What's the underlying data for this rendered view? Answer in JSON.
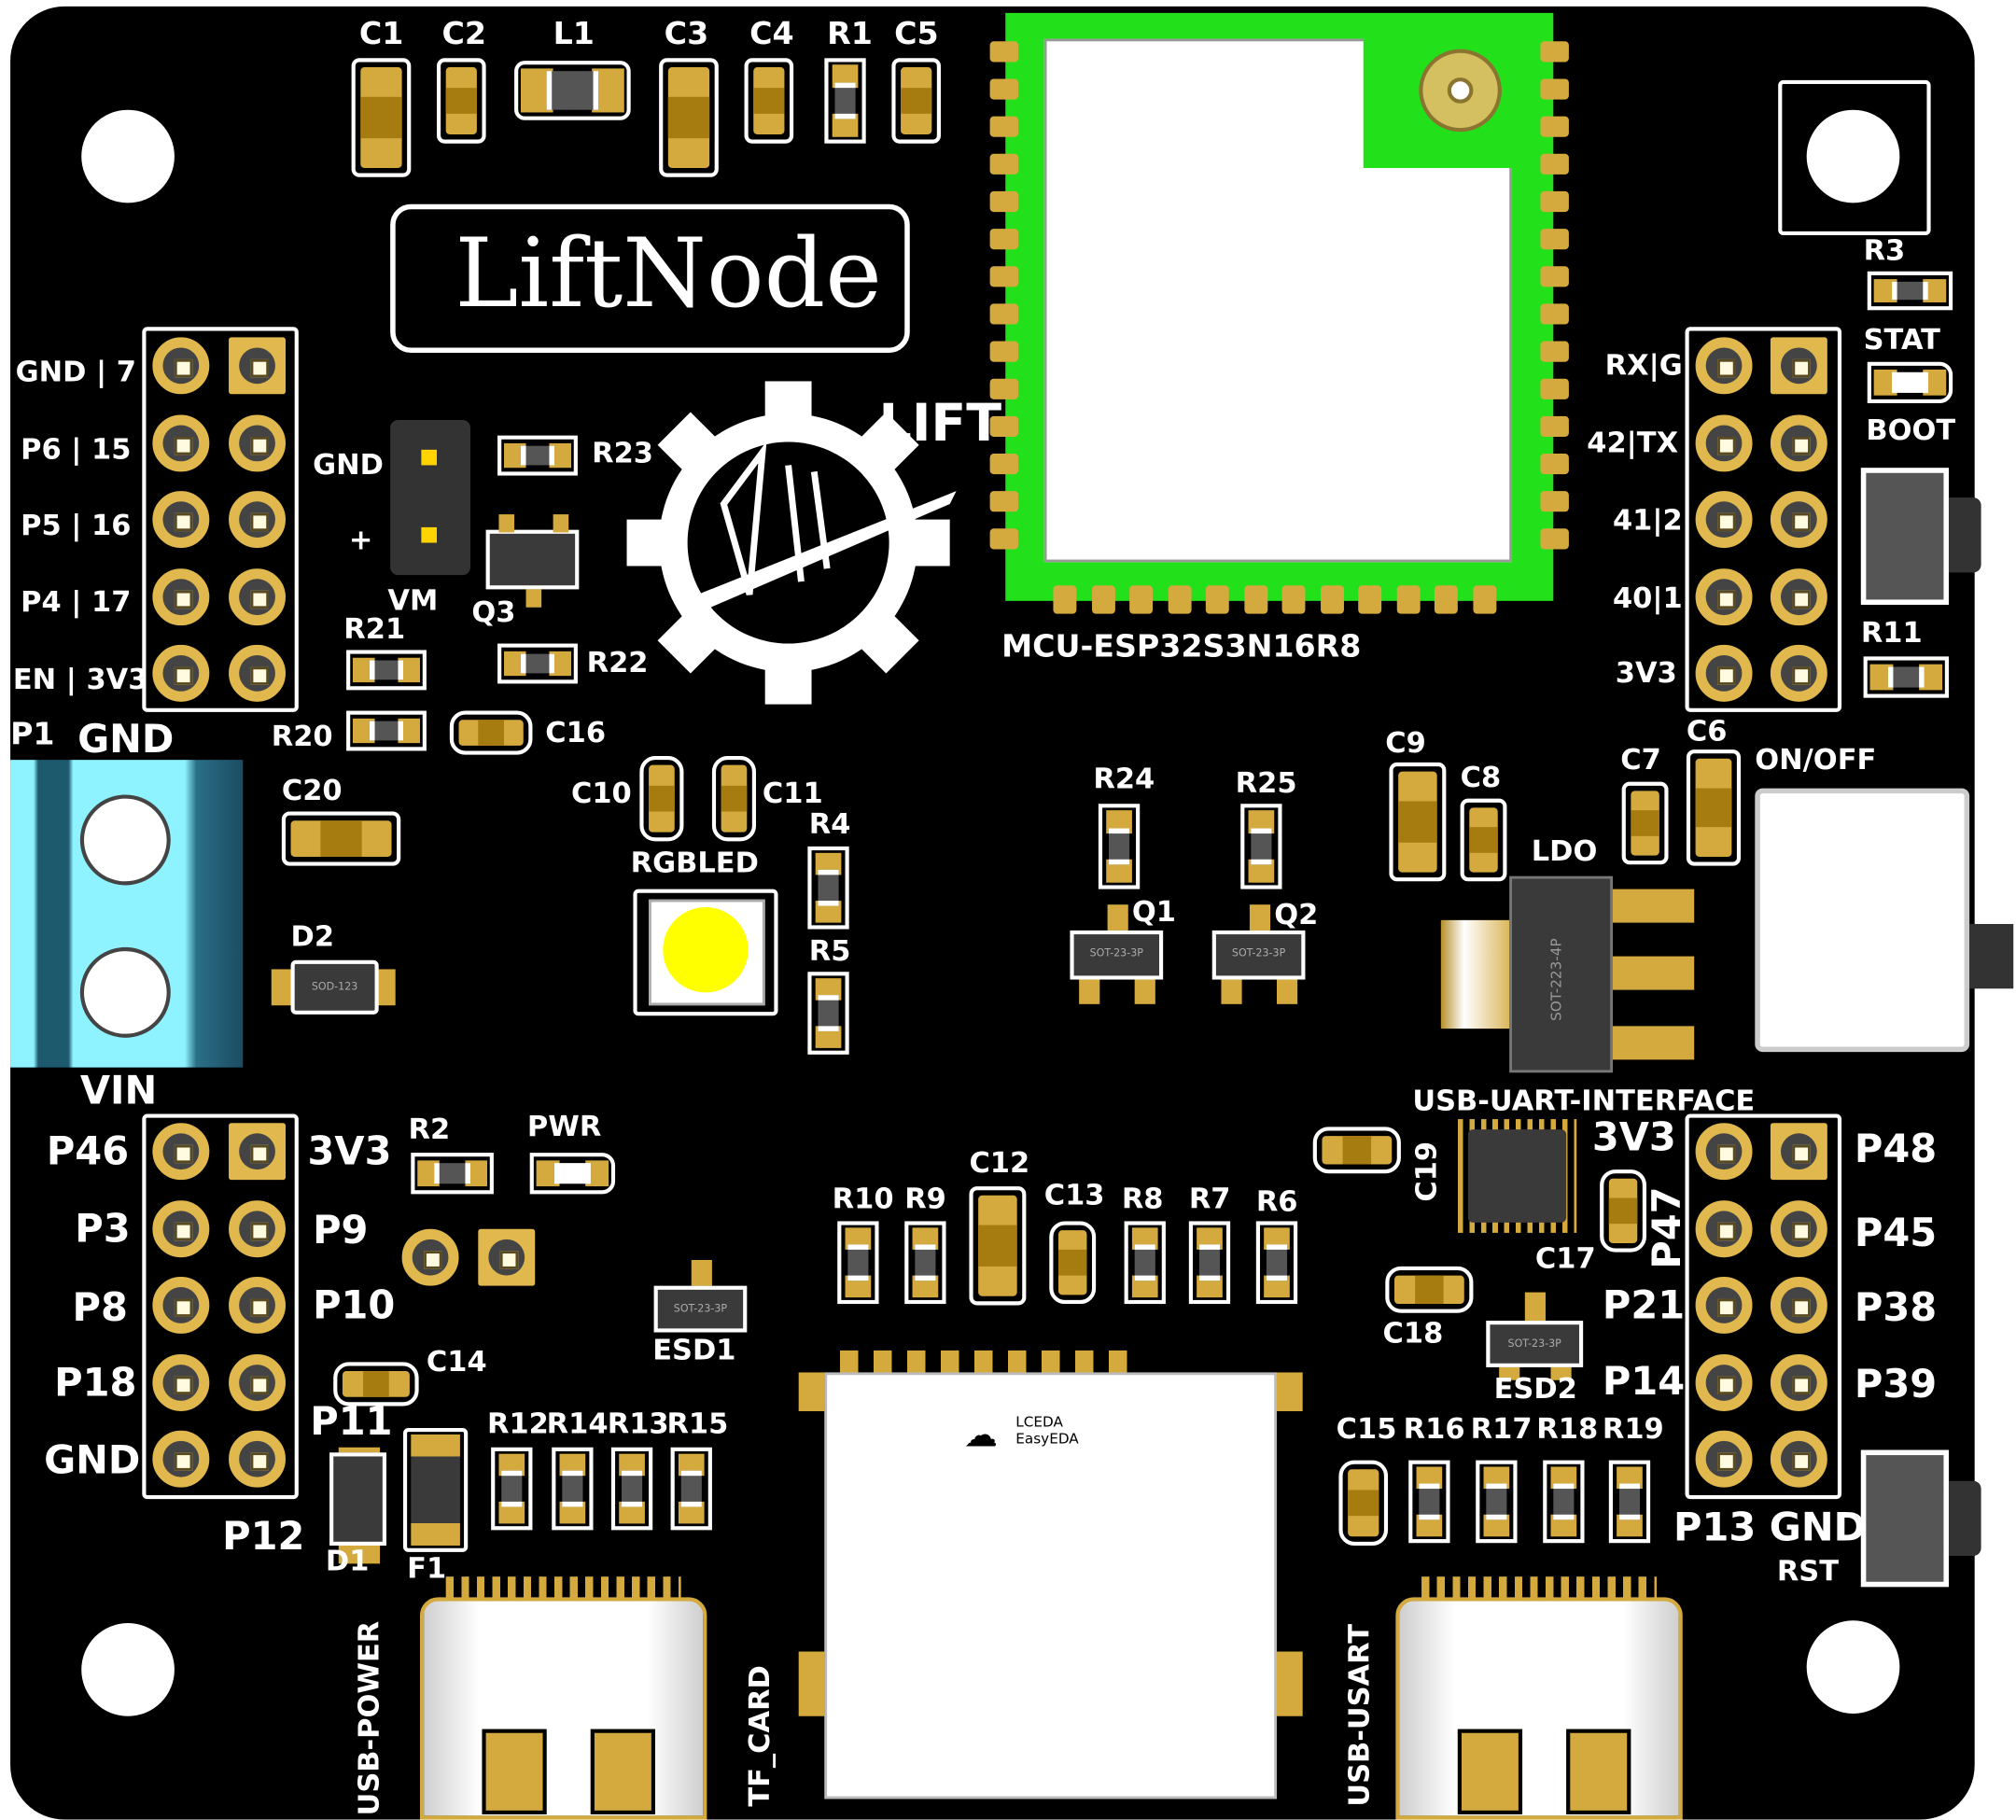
{
  "board": {
    "title": "LiftNode",
    "logo_text": "LIFT",
    "mcu_label": "MCU-ESP32S3N16R8",
    "usb_uart_label": "USB-UART-INTERFACE",
    "lceda": "LCEDA",
    "easyeda": "EasyEDA",
    "colors": {
      "board": "#000000",
      "pad": "#d4a93d",
      "module": "#22e01a",
      "terminal": "#8ff2ff",
      "led": "#ffff00"
    }
  },
  "top_parts": [
    "C1",
    "C2",
    "L1",
    "C3",
    "C4",
    "R1",
    "C5"
  ],
  "left_header": {
    "labels": [
      "GND | 7",
      "P6 | 15",
      "P5 | 16",
      "P4 | 17",
      "EN | 3V3"
    ]
  },
  "right_header": {
    "labels": [
      "RX|G",
      "42|TX",
      "41|2",
      "40|1",
      "3V3"
    ]
  },
  "right_side": {
    "r3": "R3",
    "stat": "STAT",
    "boot": "BOOT",
    "r11": "R11",
    "on_off": "ON/OFF",
    "rst": "RST"
  },
  "power_block": {
    "p1": "P1",
    "gnd": "GND",
    "vin": "VIN",
    "jp_gnd": "GND",
    "jp_plus": "+",
    "vm": "VM",
    "q3": "Q3",
    "r23": "R23",
    "r22": "R22",
    "r21": "R21",
    "r20": "R20",
    "c16": "C16",
    "c20": "C20",
    "d2": "D2",
    "sod": "SOD-123"
  },
  "center": {
    "c10": "C10",
    "c11": "C11",
    "r4": "R4",
    "r5": "R5",
    "rgbled": "RGBLED",
    "r24": "R24",
    "r25": "R25",
    "q1": "Q1",
    "q2": "Q2",
    "sot": "SOT-23-3P",
    "c9": "C9",
    "c8": "C8",
    "c7": "C7",
    "c6": "C6",
    "ldo": "LDO",
    "ldo_pkg": "SOT-223-4P"
  },
  "mid_row": [
    "R10",
    "R9",
    "C12",
    "C13",
    "R8",
    "R7",
    "R6"
  ],
  "uart": {
    "c19": "C19",
    "c17": "C17",
    "c18": "C18",
    "v33": "3V3",
    "p47": "P47",
    "esd2": "ESD2"
  },
  "bottom_left_header": {
    "left": [
      "P46",
      "P3",
      "P8",
      "P18",
      "GND"
    ],
    "right": [
      "3V3",
      "P9",
      "P10",
      "P11",
      "P12"
    ]
  },
  "bottom_right_header": {
    "left": [
      "P21",
      "P14"
    ],
    "right": [
      "P48",
      "P45",
      "P38",
      "P39"
    ],
    "bottom": "P13 GND"
  },
  "bottom_left": {
    "r2": "R2",
    "pwr": "PWR",
    "esd1": "ESD1",
    "c14": "C14",
    "d1": "D1",
    "f1": "F1",
    "res_row": [
      "R12",
      "R14",
      "R13",
      "R15"
    ],
    "usb_power": "USB-POWER",
    "tf_card": "TF_CARD"
  },
  "bottom_right": {
    "row": [
      "C15",
      "R16",
      "R17",
      "R18",
      "R19"
    ],
    "usb_usart": "USB-USART"
  }
}
